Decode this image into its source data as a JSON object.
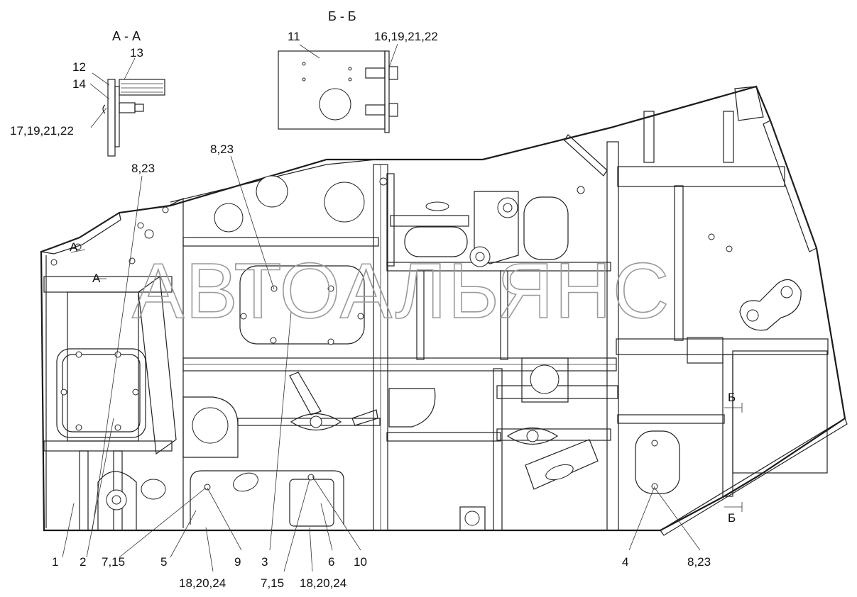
{
  "sections": {
    "aa": "А - А",
    "bb": "Б - Б",
    "mark_a_top": "А",
    "mark_a_bottom": "А",
    "mark_b_top": "Б",
    "mark_b_bottom": "Б"
  },
  "callouts": {
    "c12": "12",
    "c13": "13",
    "c14": "14",
    "c17": "17,19,21,22",
    "c11": "11",
    "c16": "16,19,21,22",
    "c823a": "8,23",
    "c823b": "8,23",
    "c823c": "8,23",
    "c1": "1",
    "c2": "2",
    "c715a": "7,15",
    "c5": "5",
    "c182024a": "18,20,24",
    "c9": "9",
    "c3": "3",
    "c715b": "7,15",
    "c182024b": "18,20,24",
    "c6": "6",
    "c10": "10",
    "c4": "4"
  },
  "watermark": "АВТОАЛЬЯНС"
}
